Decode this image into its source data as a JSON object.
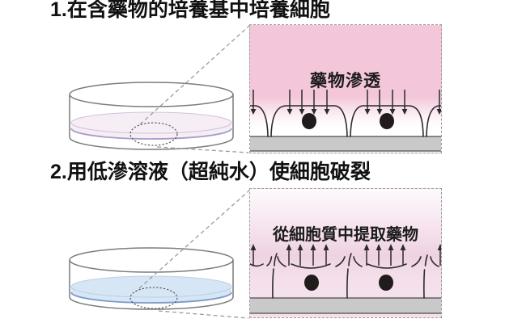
{
  "steps": [
    {
      "title": "1.在含藥物的培養基中培養細胞",
      "inset_label": "藥物滲透",
      "dish": {
        "liquid_color": "#f6edf5",
        "liquid_rim_color": "#a89cc9"
      },
      "inset": {
        "medium_color": "#f3c6da",
        "arrow_direction": "down",
        "cell_count": 2
      }
    },
    {
      "title": "2.用低滲溶液（超純水）使細胞破裂",
      "inset_label": "從細胞質中提取藥物",
      "dish": {
        "liquid_color": "#d6e6f5",
        "liquid_rim_color": "#7d9bc7"
      },
      "inset": {
        "solution_color": "#f4e1ec",
        "arrow_direction": "up",
        "cell_count": 2
      }
    }
  ],
  "colors": {
    "background": "#ffffff",
    "substrate": "#c9c9c9",
    "ink": "#2d2a2a",
    "nucleus": "#201c1c",
    "dish_outline": "#7c7c7c",
    "dashed_line": "#9b9b9b",
    "title_text": "#111111"
  }
}
